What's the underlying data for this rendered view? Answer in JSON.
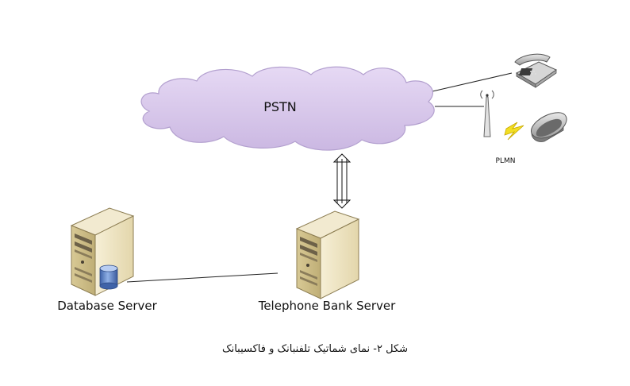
{
  "diagram": {
    "cloud_label": "PSTN",
    "mobile_network_label": "PLMN",
    "database_server_label": "Database Server",
    "bank_server_label": "Telephone Bank Server"
  },
  "caption": "شکل ۲- نمای شماتیک تلفنبانک و فاکسیبانک",
  "colors": {
    "cloud_fill": "#d9c9ec",
    "cloud_stroke": "#b8a6d2",
    "server_body": "#ede3c2",
    "database_cylinder": "#5b7fc0",
    "phone_body": "#cfcfcf",
    "lightning": "#f2de22",
    "line": "#222222"
  },
  "icons": [
    "cloud-icon",
    "desk-phone-icon",
    "antenna-tower-icon",
    "lightning-icon",
    "mobile-phone-icon",
    "server-icon",
    "database-icon",
    "bidirectional-arrows-icon"
  ]
}
